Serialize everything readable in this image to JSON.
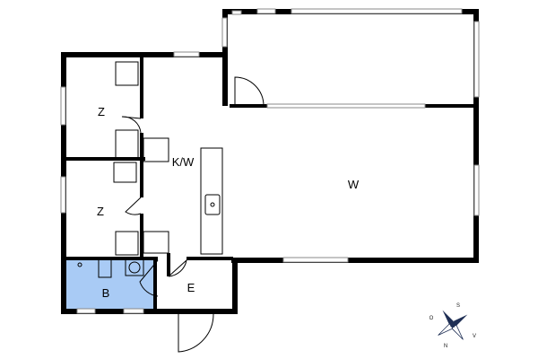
{
  "rooms": {
    "bedroom_upper": "Z",
    "bedroom_lower": "Z",
    "kitchen_living": "K/W",
    "living": "W",
    "bathroom": "B",
    "entrance": "E"
  },
  "compass": {
    "n": "N",
    "s": "S",
    "o": "O",
    "v": "V"
  },
  "colors": {
    "wall": "#000000",
    "bathroom_fill": "#a9cbf5",
    "window": "#9a9a9a"
  }
}
